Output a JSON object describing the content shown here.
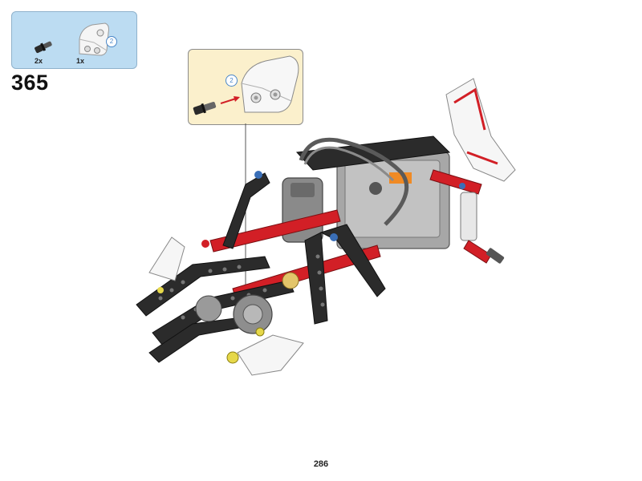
{
  "parts_list": {
    "items": [
      {
        "quantity": "2x",
        "icon": "axle-pin-icon"
      },
      {
        "quantity": "1x",
        "icon": "white-panel-icon",
        "badge": "2"
      }
    ]
  },
  "step_number": "365",
  "callout": {
    "badge": "2"
  },
  "page_number": "286",
  "colors": {
    "parts_box_bg": "#bcdcf2",
    "callout_bg": "#fbf0cc",
    "frame_red": "#d21f26",
    "beam_black": "#222222"
  }
}
